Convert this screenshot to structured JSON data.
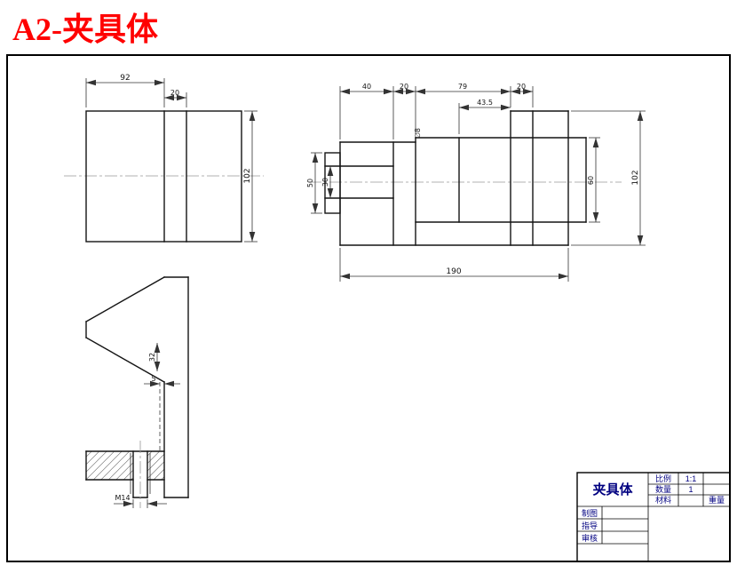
{
  "title": "A2-夹具体",
  "colors": {
    "title_red": "#ff0000",
    "line_black": "#000000",
    "block_navy": "#000080"
  },
  "front_view": {
    "dim_width": "92",
    "dim_step": "20",
    "dim_height": "102"
  },
  "side_view": {
    "dim_40": "40",
    "dim_20_left": "20",
    "dim_79": "79",
    "dim_20_right": "20",
    "dim_43_5": "43.5",
    "dim_50": "50",
    "dim_30": "30",
    "dim_60": "60",
    "dim_102": "102",
    "dim_190": "190",
    "hole_label": "∅8"
  },
  "section_view": {
    "dim_32": "32",
    "dim_5": "5",
    "thread_label": "M14"
  },
  "title_block": {
    "part_name": "夹具体",
    "scale_label": "比例",
    "scale_value": "1:1",
    "qty_label": "数量",
    "qty_value": "1",
    "material_label": "材料",
    "weight_label": "重量",
    "drawn_label": "制图",
    "advisor_label": "指导",
    "check_label": "审核"
  }
}
